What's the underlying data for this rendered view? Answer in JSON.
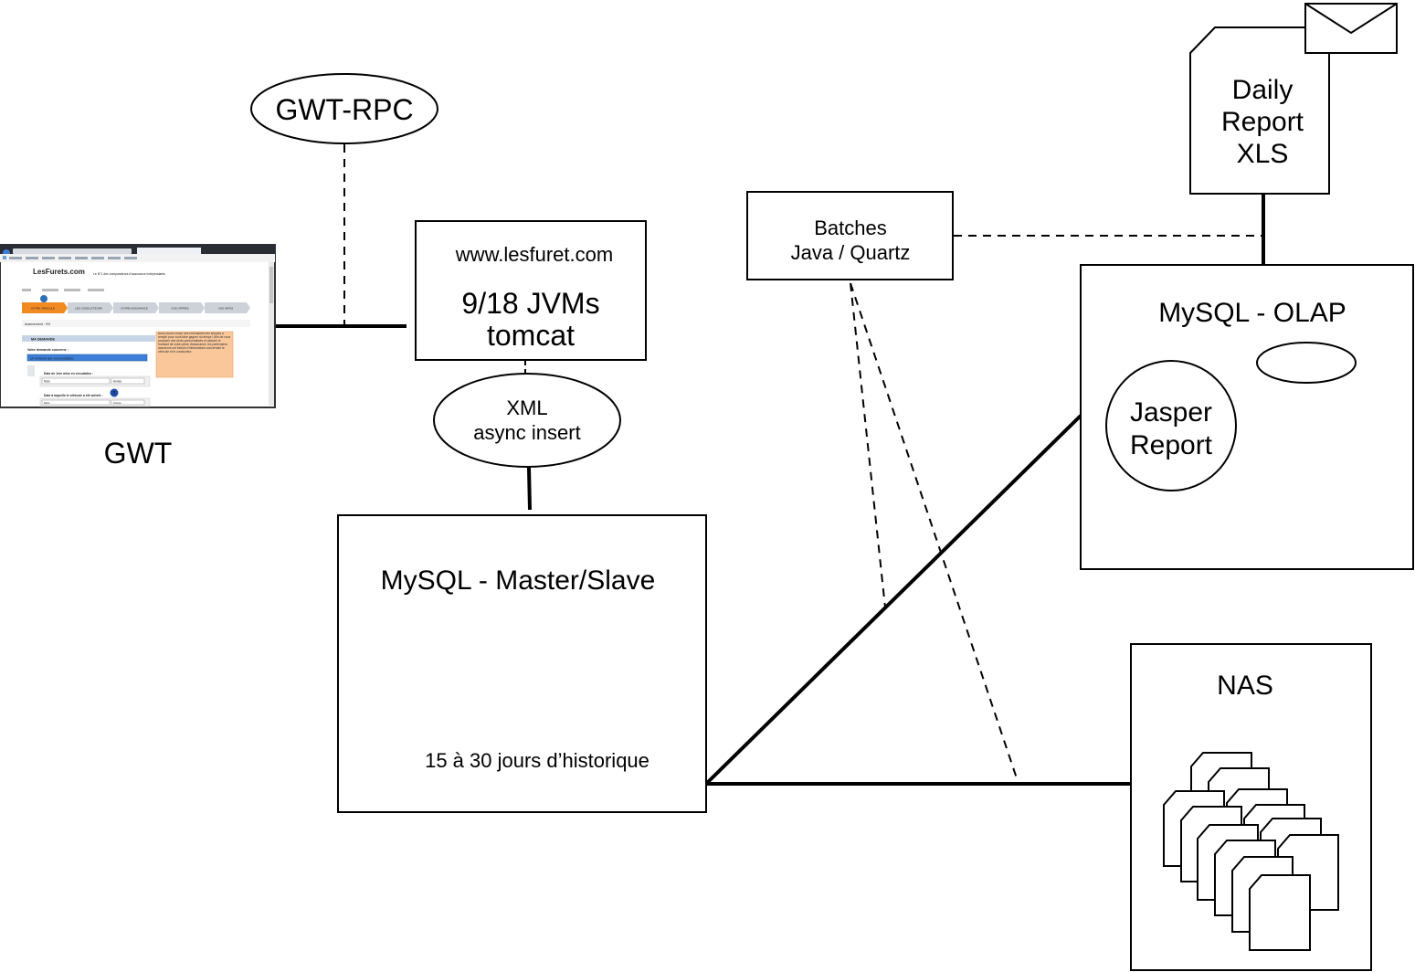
{
  "gwt_rpc": {
    "label": "GWT-RPC"
  },
  "gwt": {
    "label": "GWT"
  },
  "screenshot": {
    "logo": "LesFurets.com",
    "tagline": "Le N°1 des comparateurs d'assurance indépendants",
    "tabs": [
      "VOTRE VÉHICULE",
      "LES CONDUCTEURS",
      "VOTRE ASSURANCE",
      "VOS OFFRES",
      "VOS INFOS"
    ],
    "progress_label": "Avancement : 0%",
    "section_title": "MA DEMANDE",
    "field1_label": "Votre demande concerne :",
    "field1_value": "Un véhicule que vous possédez",
    "field2_label": "Date de 1ère mise en circulation :",
    "field3_label": "Date à laquelle le véhicule a été acheté :",
    "select_mois": "Mois",
    "select_annee": "Année",
    "tooltip": "Nous avons conçu des formulaires très simples à remplir pour vous faire gagner du temps ! Afin de vous proposer des devis personnalisés et calculer le montant de votre prime d'assurance, les partenaires assureurs ont besoin d'informations concernant le véhicule et le conducteur."
  },
  "web_server": {
    "host": "www.lesfuret.com",
    "jvms": "9/18 JVMs",
    "container": "tomcat"
  },
  "xml_async": {
    "line1": "XML",
    "line2": "async insert"
  },
  "mysql_master": {
    "title": "MySQL - Master/Slave",
    "history": "15 à 30 jours d’historique"
  },
  "batches": {
    "line1": "Batches",
    "line2": "Java / Quartz"
  },
  "daily_report": {
    "line1": "Daily",
    "line2": "Report",
    "line3": "XLS"
  },
  "mysql_olap": {
    "title": "MySQL - OLAP"
  },
  "jasper": {
    "line1": "Jasper",
    "line2": "Report"
  },
  "nas": {
    "title": "NAS"
  }
}
